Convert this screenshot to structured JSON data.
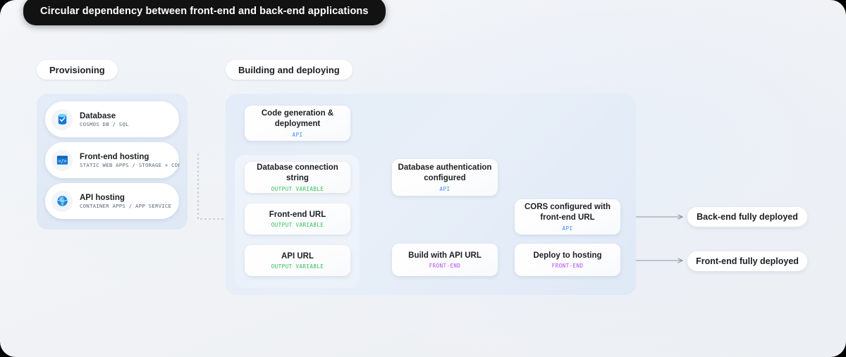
{
  "title": "Circular dependency between front-end and back-end applications",
  "sections": [
    {
      "label": "Provisioning"
    },
    {
      "label": "Building and deploying"
    }
  ],
  "provisioning": {
    "cards": [
      {
        "icon": "database-icon",
        "title": "Database",
        "sub": "COSMOS DB / SQL"
      },
      {
        "icon": "code-window-icon",
        "title": "Front-end hosting",
        "sub": "STATIC WEB APPS / STORAGE + CDN"
      },
      {
        "icon": "globe-icon",
        "title": "API hosting",
        "sub": "CONTAINER APPS / APP SERVICE"
      }
    ]
  },
  "flow": {
    "nodes": [
      {
        "id": "code-generation",
        "title": "Code generation & deployment",
        "tag": "API"
      },
      {
        "id": "database-connection",
        "title": "Database connection string",
        "tag": "OUTPUT VARIABLE"
      },
      {
        "id": "frontend-url",
        "title": "Front-end URL",
        "tag": "OUTPUT VARIABLE"
      },
      {
        "id": "api-url",
        "title": "API URL",
        "tag": "OUTPUT VARIABLE"
      },
      {
        "id": "database-auth",
        "title": "Database authentication configured",
        "tag": "API"
      },
      {
        "id": "cors-configured",
        "title": "CORS configured with front-end URL",
        "tag": "API"
      },
      {
        "id": "build-with-api-url",
        "title": "Build with API URL",
        "tag": "FRONT-END"
      },
      {
        "id": "deploy-to-hosting",
        "title": "Deploy to hosting",
        "tag": "FRONT-END"
      }
    ],
    "results": [
      {
        "id": "backend-deployed",
        "label": "Back-end fully deployed"
      },
      {
        "id": "frontend-deployed",
        "label": "Front-end fully deployed"
      }
    ]
  },
  "colors": {
    "tag_api": "#3d8bfd",
    "tag_output_variable": "#35c05a",
    "tag_front_end": "#b44bf0",
    "title_pill_bg": "#121212",
    "wire": "#8b96a5"
  }
}
